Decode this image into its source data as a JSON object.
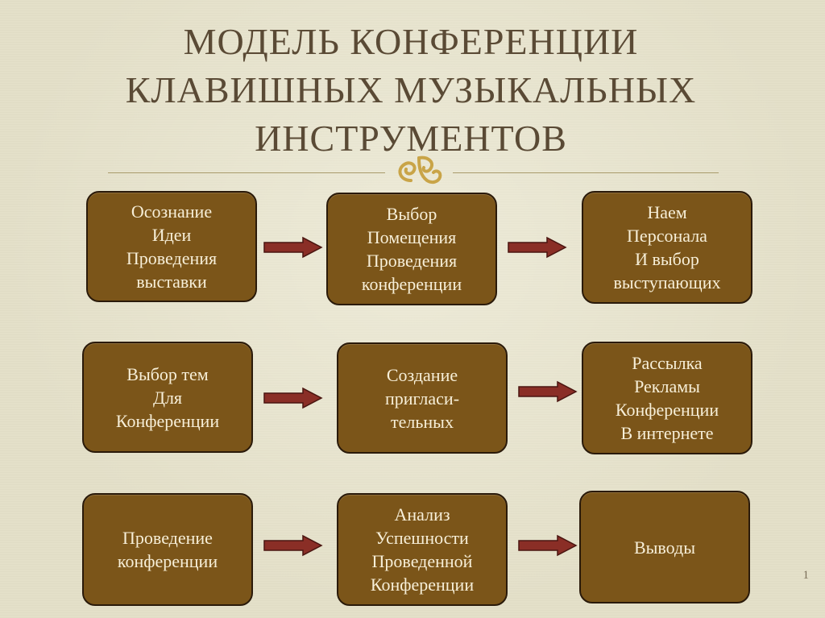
{
  "title": {
    "line1": "МОДЕЛЬ КОНФЕРЕНЦИИ",
    "line2": "КЛАВИШНЫХ МУЗЫКАЛЬНЫХ",
    "line3": "ИНСТРУМЕНТОВ"
  },
  "colors": {
    "box_fill": "#7b5519",
    "box_border": "#2a1a0a",
    "box_text": "#f7efd8",
    "arrow_fill": "#8a2e26",
    "title_text": "#5a4a35",
    "ornament": "#c9a447"
  },
  "ornament_icon": "swirl-ornament-icon",
  "nodes": [
    {
      "lines": [
        "Осознание",
        "Идеи",
        "Проведения",
        "выставки"
      ]
    },
    {
      "lines": [
        "Выбор",
        "Помещения",
        "Проведения",
        "конференции"
      ]
    },
    {
      "lines": [
        "Наем",
        "Персонала",
        "И выбор",
        "выступающих"
      ]
    },
    {
      "lines": [
        "Выбор тем",
        "Для",
        "Конференции"
      ]
    },
    {
      "lines": [
        "Создание",
        "пригласи-",
        "тельных"
      ]
    },
    {
      "lines": [
        "Рассылка",
        "Рекламы",
        "Конференции",
        "В интернете"
      ]
    },
    {
      "lines": [
        "Проведение",
        "конференции"
      ]
    },
    {
      "lines": [
        "Анализ",
        "Успешности",
        "Проведенной",
        "Конференции"
      ]
    },
    {
      "lines": [
        "Выводы"
      ]
    }
  ],
  "page_number": "1"
}
